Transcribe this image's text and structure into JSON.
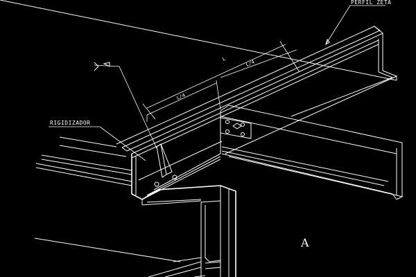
{
  "drawing": {
    "label_perfil": "PERFIL ZETA",
    "label_rigidizador": "RIGIDIZADOR",
    "dim_total": "L",
    "dim_quarter_left": "L/4",
    "dim_quarter_right": "L/4",
    "view_label": "A"
  },
  "colors": {
    "background": "#000000",
    "lines": "#ffffff"
  }
}
